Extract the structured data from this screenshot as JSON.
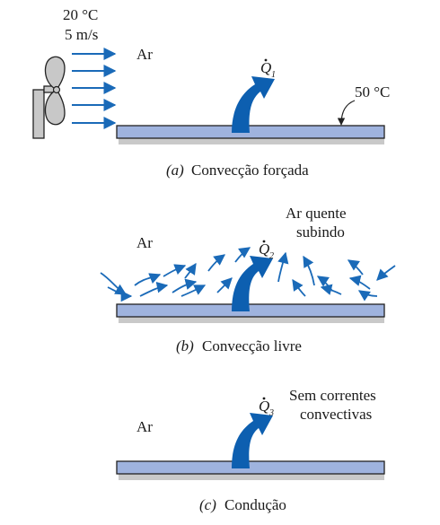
{
  "panel_a": {
    "temp_label": "20 °C",
    "speed_label": "5 m/s",
    "air_label": "Ar",
    "heat_symbol": "Q",
    "heat_sub": "1",
    "plate_temp": "50 °C",
    "caption_letter": "(a)",
    "caption_text": "Convecção forçada"
  },
  "panel_b": {
    "air_label": "Ar",
    "heat_symbol": "Q",
    "heat_sub": "2",
    "note_line1": "Ar quente",
    "note_line2": "subindo",
    "caption_letter": "(b)",
    "caption_text": "Convecção livre"
  },
  "panel_c": {
    "air_label": "Ar",
    "heat_symbol": "Q",
    "heat_sub": "3",
    "note_line1": "Sem correntes",
    "note_line2": "convectivas",
    "caption_letter": "(c)",
    "caption_text": "Condução"
  },
  "colors": {
    "plate_fill": "#9fb3de",
    "plate_shadow": "#c9c9c9",
    "arrow_blue": "#1a6ab8",
    "heat_arrow": "#0d5fb0",
    "fan_fill": "#c8c8c8",
    "outline": "#222222"
  }
}
